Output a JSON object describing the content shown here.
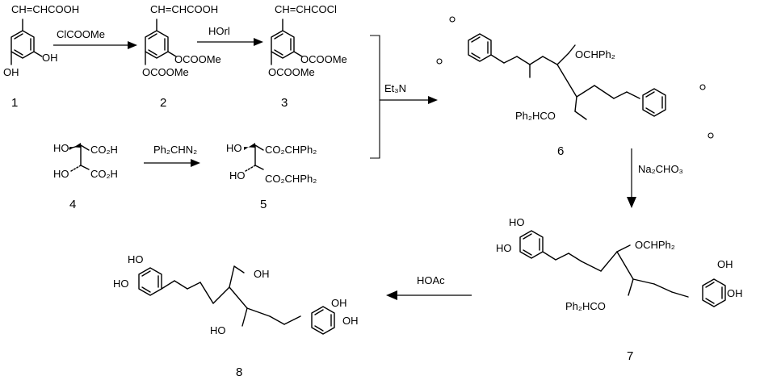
{
  "compounds": {
    "c1": {
      "number": "1",
      "substituent_top": "CH=CHCOOH",
      "oh_right": "OH",
      "oh_bottom": "OH"
    },
    "c2": {
      "number": "2",
      "substituent_top": "CH=CHCOOH",
      "ester_right": "OCOOMe",
      "ester_bottom": "OCOOMe"
    },
    "c3": {
      "number": "3",
      "substituent_top": "CH=CHCOCl",
      "ester_right": "OCOOMe",
      "ester_bottom": "OCOOMe"
    },
    "c4": {
      "number": "4",
      "ho_top": "HO",
      "acid_top": "CO₂H",
      "ho_bottom": "HO",
      "acid_bottom": "CO₂H"
    },
    "c5": {
      "number": "5",
      "ho_top": "HO",
      "ester_top": "CO₂CHPh₂",
      "ho_bottom": "HO",
      "ester_bottom": "CO₂CHPh₂"
    },
    "c6": {
      "number": "6",
      "ester_right": "OCHPh₂",
      "ester_left": "Ph₂HCO"
    },
    "c7": {
      "number": "7",
      "oh_a": "HO",
      "oh_b": "HO",
      "oh_c": "OH",
      "oh_d": "OH",
      "ester_right": "OCHPh₂",
      "ester_left": "Ph₂HCO"
    },
    "c8": {
      "number": "8",
      "oh_a": "HO",
      "oh_b": "HO",
      "acid_a": "OH",
      "acid_b": "HO",
      "oh_c": "OH",
      "oh_d": "OH"
    }
  },
  "reagents": {
    "step1": "ClCOOMe",
    "step2": "HOrl",
    "step3": "Et₃N",
    "step4": "Ph₂CHN₂",
    "step5": "Na₂CHO₃",
    "step6": "HOAc"
  }
}
